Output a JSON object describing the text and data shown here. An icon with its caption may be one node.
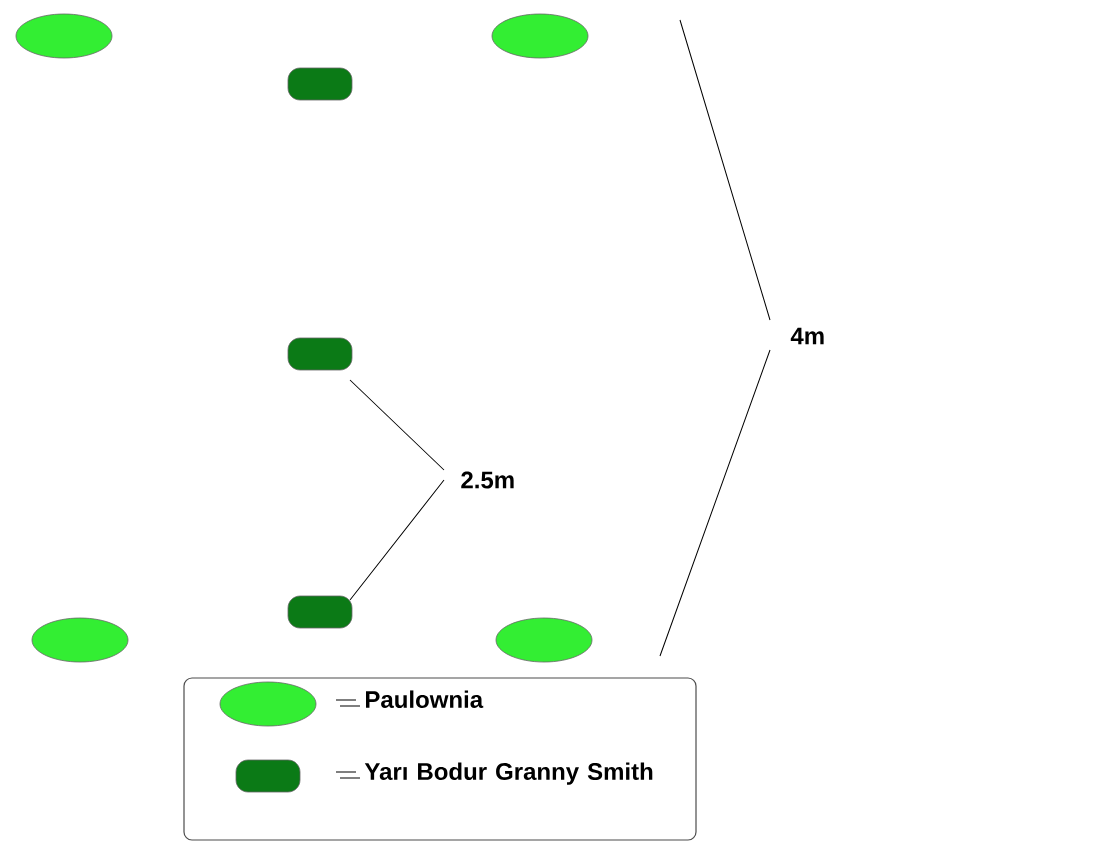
{
  "diagram": {
    "labels": [
      "2.5m",
      "4m"
    ],
    "legend": [
      {
        "text": "Paulownia",
        "color": "#33ee33"
      },
      {
        "text": "Yarı Bodur Granny Smith",
        "color": "#0b7a16"
      }
    ]
  }
}
